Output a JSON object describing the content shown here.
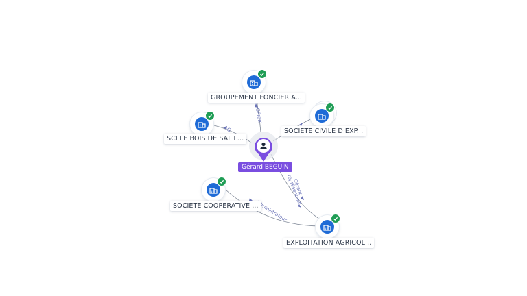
{
  "person": {
    "name": "Gérard BEGUIN",
    "icon": "person-icon",
    "color": "#7a4ee0"
  },
  "companies": [
    {
      "label": "GROUPEMENT FONCIER A...",
      "icon": "building-icon",
      "verified": true
    },
    {
      "label": "SCI LE BOIS DE SAILL...",
      "icon": "building-icon",
      "verified": true
    },
    {
      "label": "SOCIETE CIVILE D EXP...",
      "icon": "building-icon",
      "verified": true
    },
    {
      "label": "SOCIETE COOPERATIVE ...",
      "icon": "building-icon",
      "verified": true
    },
    {
      "label": "EXPLOITATION AGRICOL...",
      "icon": "building-icon",
      "verified": true
    }
  ],
  "edges": [
    {
      "to": "GROUPEMENT FONCIER A...",
      "role": "Gérant"
    },
    {
      "to": "SCI LE BOIS DE SAILL...",
      "role": "G"
    },
    {
      "to": "SOCIETE CIVILE D EXP...",
      "role": "G"
    },
    {
      "to": "EXPLOITATION AGRICOL...",
      "role": "Gérant"
    },
    {
      "to": "EXPLOITATION AGRICOL...",
      "role": "représentant"
    },
    {
      "to": "SOCIETE COOPERATIVE ...",
      "role": "Administrateur"
    }
  ],
  "colors": {
    "company": "#1f6bd6",
    "verified": "#1f9d55",
    "edge": "#7e8796",
    "edge_label": "#6b74b8"
  }
}
